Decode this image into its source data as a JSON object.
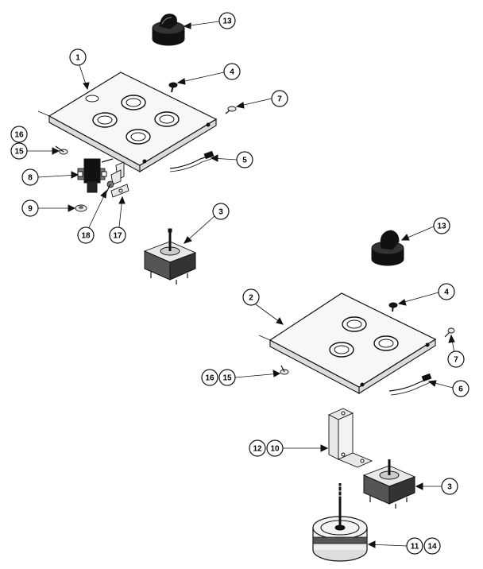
{
  "diagram": {
    "type": "exploded parts diagram",
    "assemblies": [
      {
        "id": "upper",
        "callouts": [
          {
            "key": "p13a",
            "label": "13"
          },
          {
            "key": "p1",
            "label": "1"
          },
          {
            "key": "p4a",
            "label": "4"
          },
          {
            "key": "p7a",
            "label": "7"
          },
          {
            "key": "p16a",
            "label": "16"
          },
          {
            "key": "p15a",
            "label": "15"
          },
          {
            "key": "p8",
            "label": "8"
          },
          {
            "key": "p5",
            "label": "5"
          },
          {
            "key": "p9",
            "label": "9"
          },
          {
            "key": "p3a",
            "label": "3"
          },
          {
            "key": "p18",
            "label": "18"
          },
          {
            "key": "p17",
            "label": "17"
          }
        ]
      },
      {
        "id": "lower",
        "callouts": [
          {
            "key": "p13b",
            "label": "13"
          },
          {
            "key": "p2",
            "label": "2"
          },
          {
            "key": "p4b",
            "label": "4"
          },
          {
            "key": "p7b",
            "label": "7"
          },
          {
            "key": "p16b",
            "label": "16"
          },
          {
            "key": "p15b",
            "label": "15"
          },
          {
            "key": "p6",
            "label": "6"
          },
          {
            "key": "p12",
            "label": "12"
          },
          {
            "key": "p10",
            "label": "10"
          },
          {
            "key": "p3b",
            "label": "3"
          },
          {
            "key": "p11",
            "label": "11"
          },
          {
            "key": "p14",
            "label": "14"
          }
        ]
      }
    ]
  },
  "labels": {
    "p13a": "13",
    "p1": "1",
    "p4a": "4",
    "p7a": "7",
    "p16a": "16",
    "p15a": "15",
    "p8": "8",
    "p5": "5",
    "p9": "9",
    "p3a": "3",
    "p18": "18",
    "p17": "17",
    "p13b": "13",
    "p2": "2",
    "p4b": "4",
    "p7b": "7",
    "p16b": "16",
    "p15b": "15",
    "p6": "6",
    "p12": "12",
    "p10": "10",
    "p3b": "3",
    "p11": "11",
    "p14": "14"
  }
}
